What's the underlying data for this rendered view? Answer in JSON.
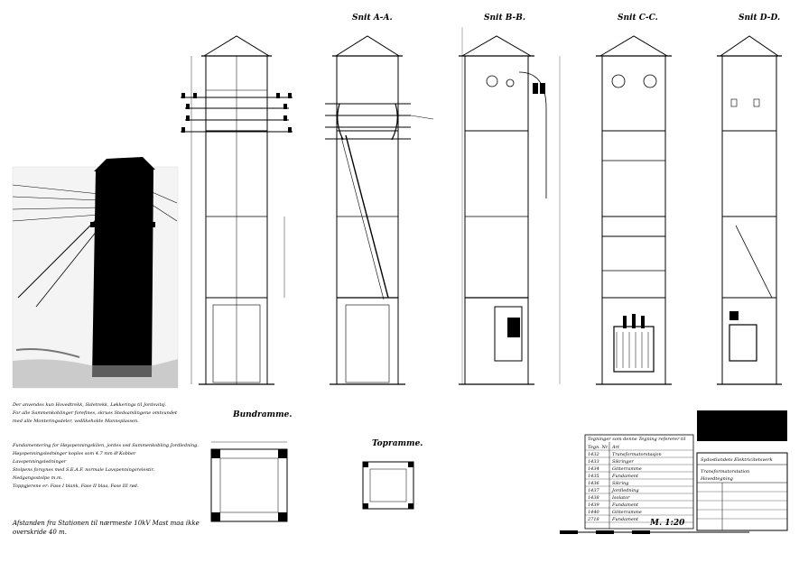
{
  "section_titles": {
    "a": "Snit A-A.",
    "b": "Snit B-B.",
    "c": "Snit C-C.",
    "d": "Snit D-D."
  },
  "plan_titles": {
    "bottom": "Bundramme.",
    "top": "Topramme."
  },
  "notes": [
    "Der anvendes kun Hovedtrekk, Sidetrekk, Løkkerings til Jordsvitsj.",
    "For alle Sammenkoblinger forefines, skrues Stedsamlingene omtvundet",
    "med alle Monteringsdeler, vedlikeholde Mannsplassen."
  ],
  "spec_lines": [
    "Fundamentering for Høyspenningskilen, jordes ved Sammenkobling Jordledning.",
    "Høyspenningsledninger koples som 4.7 mm Ø Kobber",
    "Lavspenningsledninger",
    "Stolpens forsynes med S.E.A.F. normale Lavspenningsrelestir.",
    "Nedgangsstolpe m.m.",
    "Toppgjerene er: Fase I blank, Fase II blaa, Fase III rød."
  ],
  "footnote_lines": [
    "Afstanden fra Stationen til nærmeste 10kV Mast maa ikke",
    "overskride 40 m."
  ],
  "scale": "M. 1:20",
  "revision_table": {
    "header": "Tegninger som denne Tegning refererer til",
    "rows": [
      [
        "Tegn. Nr.",
        "Art"
      ],
      [
        "1432",
        "Transformatorstasjon"
      ],
      [
        "1433",
        "Sikringer"
      ],
      [
        "1434",
        "Gitterramme"
      ],
      [
        "1435",
        "Fundament"
      ],
      [
        "1436",
        "Sikring"
      ],
      [
        "1437",
        "Jordledning"
      ],
      [
        "1438",
        "Isolator"
      ],
      [
        "1439",
        "Fundament"
      ],
      [
        "1440",
        "Gitterramme"
      ],
      [
        "2718",
        "Fundament"
      ]
    ]
  },
  "title_block": {
    "company": "Sydostlandets Elektricitetsverk",
    "title": "Transformatorstation",
    "subtitle": "Hovedtegning"
  }
}
